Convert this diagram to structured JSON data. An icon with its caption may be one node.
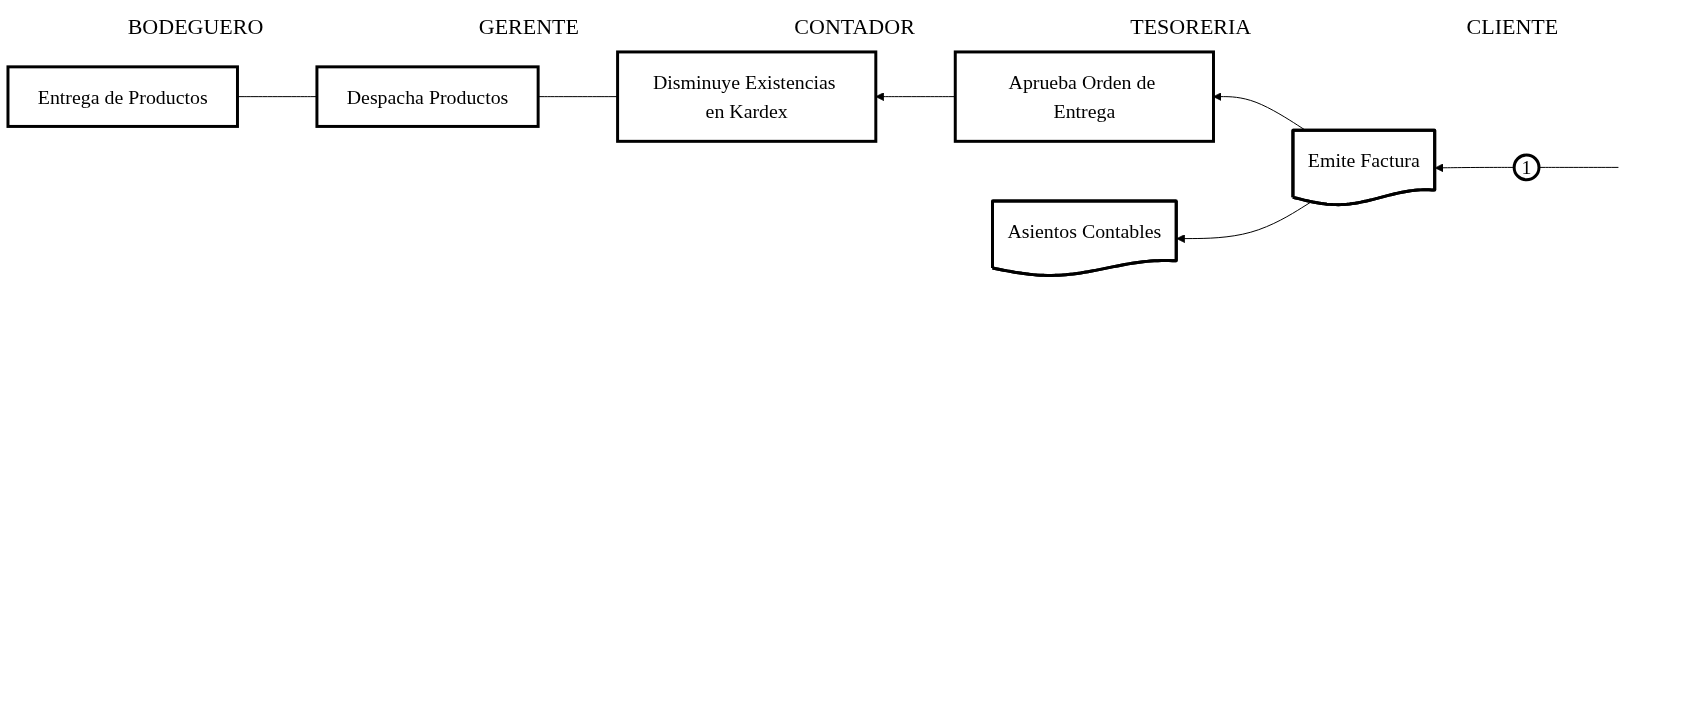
{
  "diagram": {
    "nodes": [
      {
        "text": [
          "Disminuye Existencias en Kardex"
        ]
      },
      {
        "text": [
          "Aprueba Orden de Entrega"
        ]
      },
      {
        "text": [
          "Emite Factura"
        ]
      },
      {
        "text": [
          "1"
        ]
      },
      {
        "text": [
          "Asientos Contables"
        ]
      },
      {
        "text": [
          "Despacha Productos"
        ]
      },
      {
        "text": [
          "Entrega de Productos"
        ]
      }
    ],
    "edges": [
      {
        "from": null,
        "to": 3,
        "arrow": "none"
      },
      {
        "from": 3,
        "to": 2,
        "arrow": "to"
      },
      {
        "from": 2,
        "to": 1,
        "arrow": "to"
      },
      {
        "from": 1,
        "to": 0,
        "arrow": "to"
      },
      {
        "from": 2,
        "to": 4,
        "arrow": "to"
      },
      {
        "from": 0,
        "to": 5,
        "arrow": "none"
      },
      {
        "from": 5,
        "to": 6,
        "arrow": "none"
      }
    ],
    "labels": [
      "BODEGUERO",
      "GERENTE",
      "CONTADOR",
      "TESORERIA",
      "CLIENTE"
    ]
  }
}
